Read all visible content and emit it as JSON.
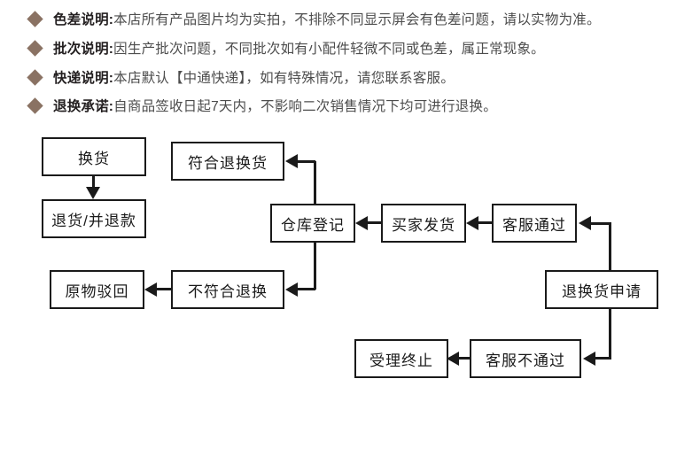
{
  "notices": [
    {
      "bullet_icon": "diamond-bullet-icon",
      "title": "色差说明:",
      "body": "本店所有产品图片均为实拍，不排除不同显示屏会有色差问题，请以实物为准。"
    },
    {
      "bullet_icon": "diamond-bullet-icon",
      "title": "批次说明:",
      "body": "因生产批次问题，不同批次如有小配件轻微不同或色差，属正常现象。"
    },
    {
      "bullet_icon": "diamond-bullet-icon",
      "title": "快递说明:",
      "body": "本店默认【中通快递】，如有特殊情况，请您联系客服。"
    },
    {
      "bullet_icon": "diamond-bullet-icon",
      "title": "退换承诺:",
      "body": "自商品签收日起7天内，不影响二次销售情况下均可进行退换。"
    }
  ],
  "colors": {
    "bullet": "#8a7263",
    "title_text": "#231f20",
    "body_text": "#4d4d4d",
    "node_border": "#1a1a1a",
    "node_fill": "#ffffff",
    "arrow": "#1a1a1a"
  },
  "flowchart": {
    "type": "flowchart",
    "nodes": [
      {
        "id": "huanhuo",
        "label": "换货"
      },
      {
        "id": "tuihuo-tuikuan",
        "label": "退货/并退款"
      },
      {
        "id": "fuhe",
        "label": "符合退换货"
      },
      {
        "id": "cangku",
        "label": "仓库登记"
      },
      {
        "id": "yuanwu",
        "label": "原物驳回"
      },
      {
        "id": "bufuhe",
        "label": "不符合退换"
      },
      {
        "id": "maijia",
        "label": "买家发货"
      },
      {
        "id": "kefu-tongguo",
        "label": "客服通过"
      },
      {
        "id": "shenqing",
        "label": "退换货申请"
      },
      {
        "id": "shouli-zhongzhi",
        "label": "受理终止"
      },
      {
        "id": "kefu-butongguo",
        "label": "客服不通过"
      }
    ],
    "edges": [
      {
        "from": "huanhuo",
        "to": "tuihuo-tuikuan",
        "direction": "down"
      },
      {
        "from": "cangku",
        "to": "fuhe",
        "direction": "up-left"
      },
      {
        "from": "cangku",
        "to": "bufuhe",
        "direction": "down-left"
      },
      {
        "from": "bufuhe",
        "to": "yuanwu",
        "direction": "left"
      },
      {
        "from": "maijia",
        "to": "cangku",
        "direction": "left"
      },
      {
        "from": "kefu-tongguo",
        "to": "maijia",
        "direction": "left"
      },
      {
        "from": "shenqing",
        "to": "kefu-tongguo",
        "direction": "up-left"
      },
      {
        "from": "shenqing",
        "to": "kefu-butongguo",
        "direction": "down-left"
      },
      {
        "from": "kefu-butongguo",
        "to": "shouli-zhongzhi",
        "direction": "left"
      }
    ]
  }
}
